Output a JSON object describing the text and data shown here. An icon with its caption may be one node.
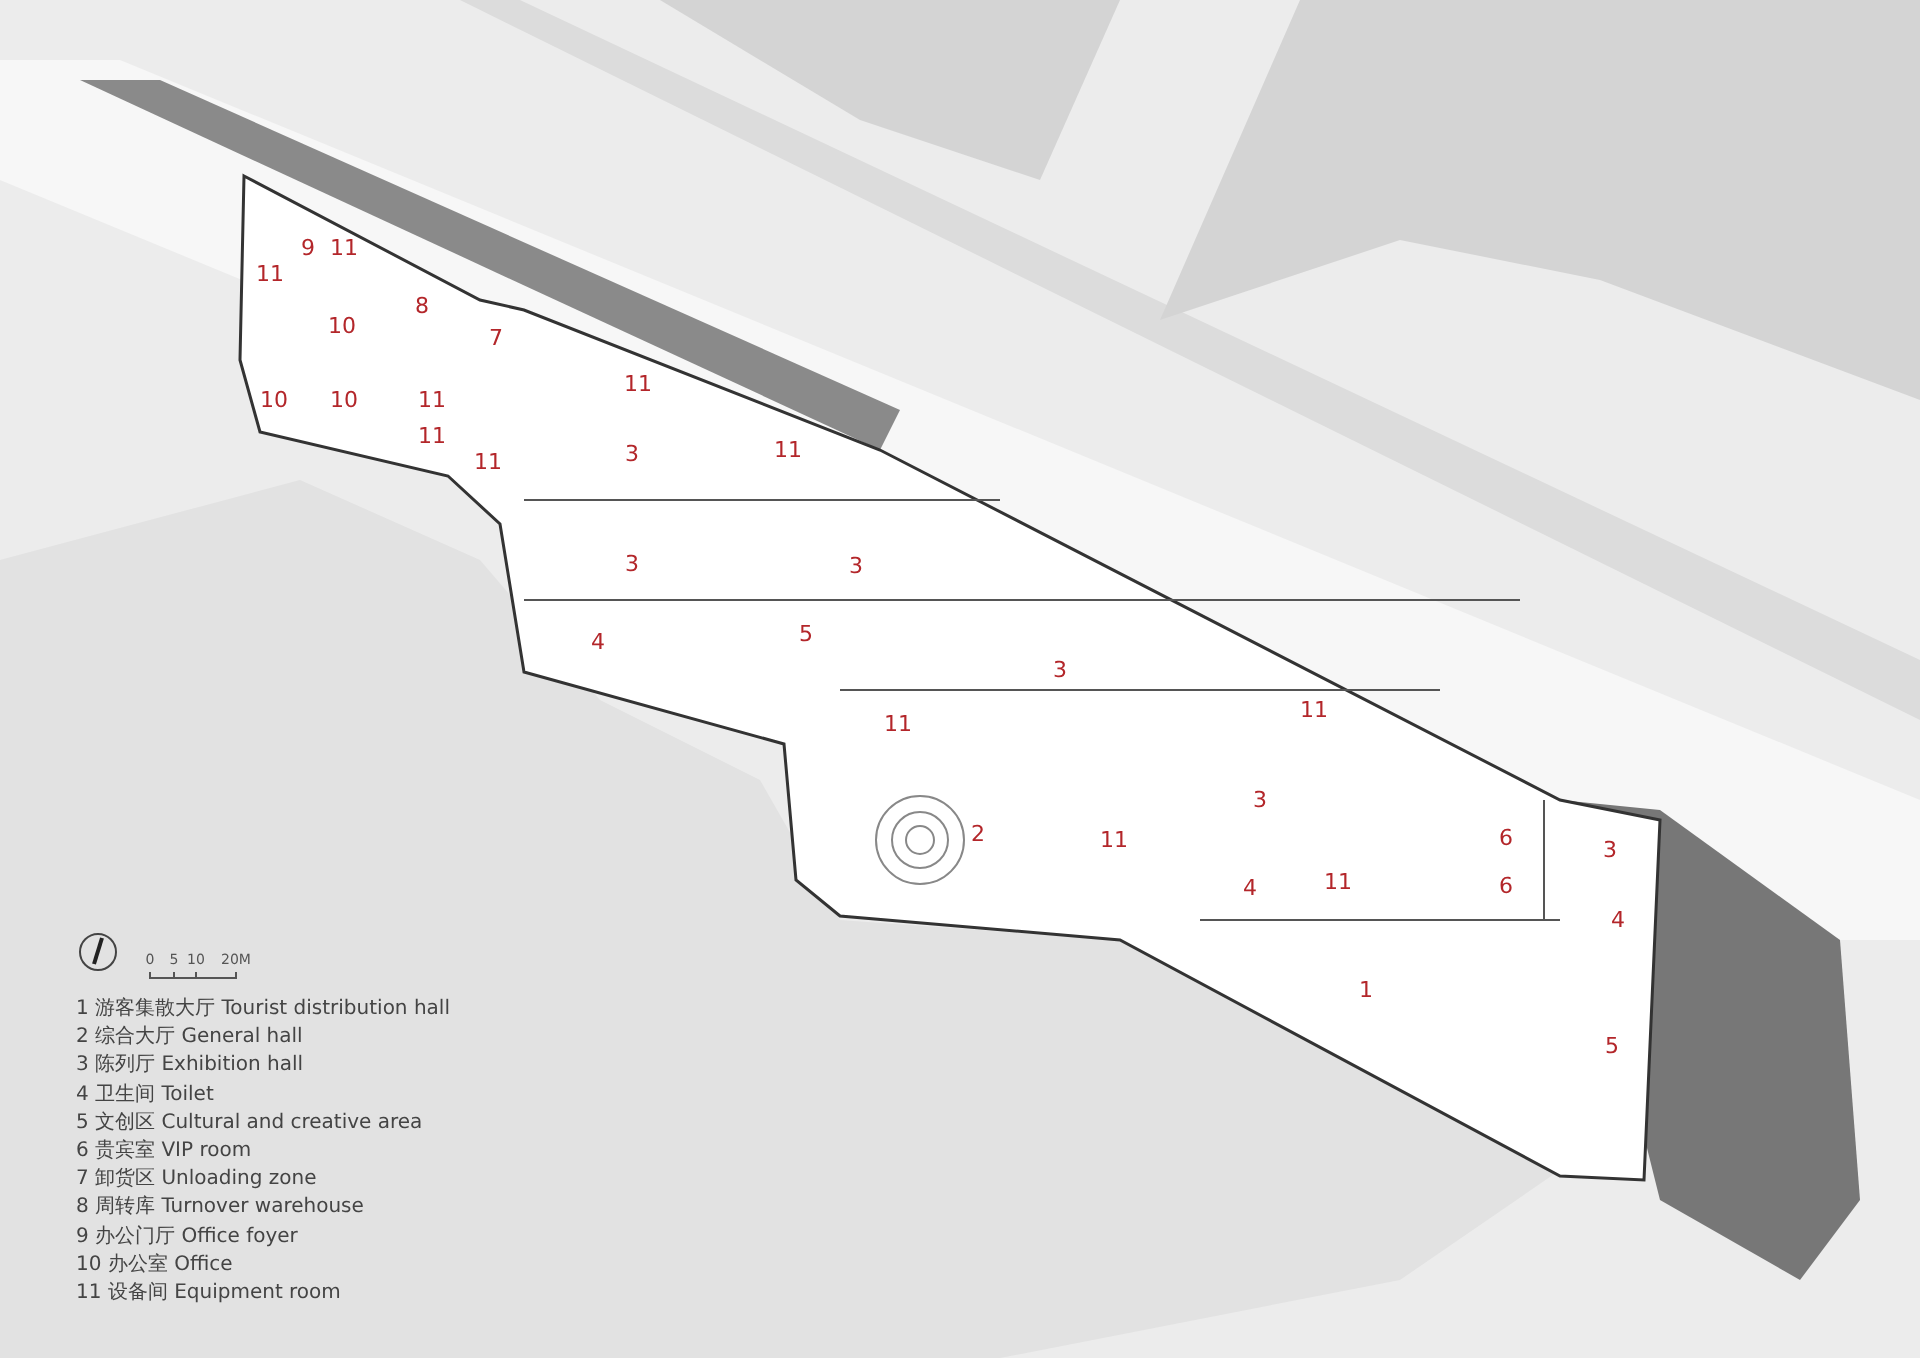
{
  "diagram": {
    "labels": [
      "9",
      "11",
      "11",
      "8",
      "10",
      "7",
      "11",
      "10",
      "10",
      "11",
      "11",
      "3",
      "11",
      "11",
      "3",
      "3",
      "5",
      "4",
      "3",
      "11",
      "11",
      "3",
      "2",
      "11",
      "6",
      "3",
      "4",
      "11",
      "6",
      "4",
      "1",
      "5",
      "0",
      "5",
      "10",
      "20M",
      "1 游客集散大厅 Tourist distribution hall",
      "2 综合大厅 General hall",
      "3 陈列厅 Exhibition hall",
      "4 卫生间 Toilet",
      "5 文创区 Cultural and creative area",
      "6 贵宾室 VIP room",
      "7 卸货区 Unloading zone",
      "8 周转库 Turnover warehouse",
      "9 办公门厅 Office foyer",
      "10 办公室 Office",
      "11 设备间 Equipment room"
    ]
  }
}
